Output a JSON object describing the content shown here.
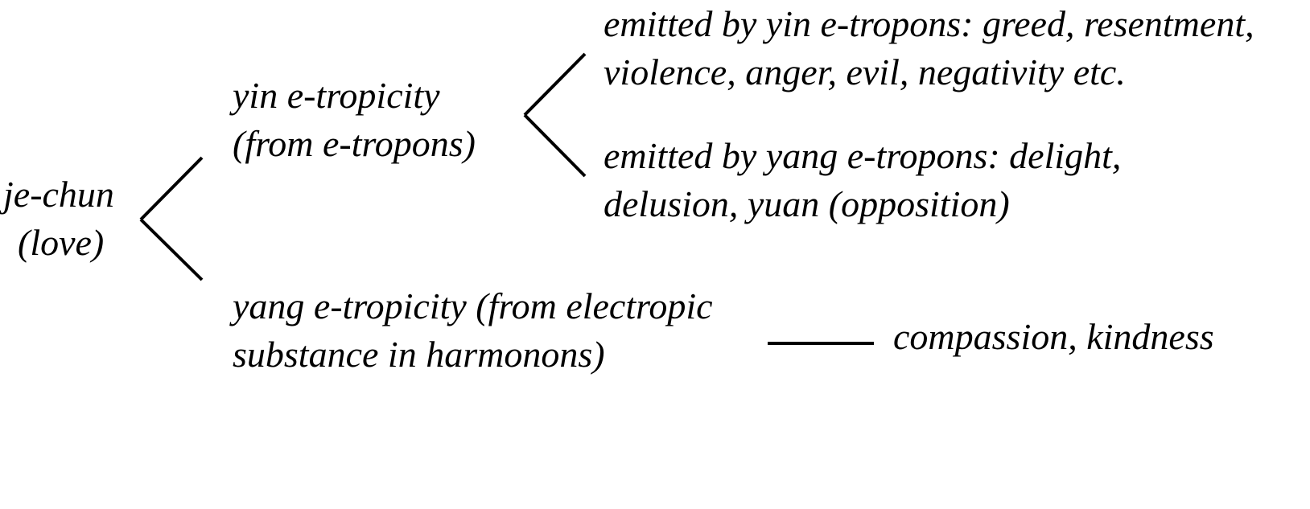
{
  "root": {
    "line1": "je-chun",
    "line2": "(love)"
  },
  "branches": [
    {
      "line1": "yin e-tropicity",
      "line2": "(from e-tropons)",
      "children": [
        {
          "line1": "emitted by yin e-tropons: greed, resentment,",
          "line2": "violence, anger, evil, negativity etc."
        },
        {
          "line1": "emitted by yang e-tropons: delight,",
          "line2": "delusion, yuan (opposition)"
        }
      ]
    },
    {
      "line1": "yang e-tropicity (from electropic",
      "line2": "substance in harmonons)",
      "children": [
        {
          "line1": "compassion, kindness"
        }
      ]
    }
  ]
}
